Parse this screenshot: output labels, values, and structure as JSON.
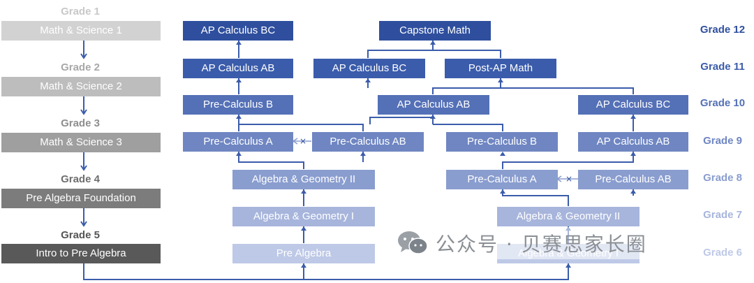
{
  "left_track": {
    "grades": [
      {
        "label": "Grade 1",
        "course": "Math & Science 1"
      },
      {
        "label": "Grade 2",
        "course": "Math & Science 2"
      },
      {
        "label": "Grade 3",
        "course": "Math & Science 3"
      },
      {
        "label": "Grade 4",
        "course": "Pre Algebra Foundation"
      },
      {
        "label": "Grade 5",
        "course": "Intro to Pre Algebra"
      }
    ]
  },
  "grade_labels": {
    "g12": "Grade 12",
    "g11": "Grade 11",
    "g10": "Grade 10",
    "g9": "Grade 9",
    "g8": "Grade 8",
    "g7": "Grade 7",
    "g6": "Grade 6"
  },
  "nodes": {
    "ap_calc_bc_left": "AP Calculus BC",
    "ap_calc_ab_left": "AP Calculus AB",
    "pre_calc_b_left": "Pre-Calculus B",
    "pre_calc_a_left": "Pre-Calculus A",
    "pre_calc_ab_mid": "Pre-Calculus AB",
    "alg_geo_2_left": "Algebra & Geometry II",
    "alg_geo_1_left": "Algebra & Geometry I",
    "pre_algebra": "Pre Algebra",
    "capstone_math": "Capstone Math",
    "ap_calc_bc_mid": "AP Calculus BC",
    "post_ap_math": "Post-AP Math",
    "ap_calc_ab_mid": "AP Calculus AB",
    "pre_calc_b_right": "Pre-Calculus B",
    "pre_calc_a_right": "Pre-Calculus A",
    "pre_calc_ab_right": "Pre-Calculus AB",
    "alg_geo_2_right": "Algebra & Geometry II",
    "alg_geo_1_right": "Algebra & Geometry I",
    "ap_calc_bc_right": "AP Calculus BC",
    "ap_calc_ab_right": "AP Calculus AB"
  },
  "watermark": {
    "text": "公众号 · 贝赛思家长圈"
  }
}
